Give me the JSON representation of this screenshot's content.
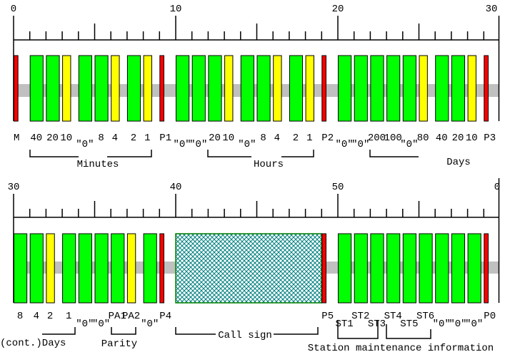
{
  "colors": {
    "zero": "#00ff00",
    "one": "#ffff00",
    "marker": "#ff0000",
    "band": "#c0c0c0",
    "callsign_border": "#008000",
    "callsign_hatch": "#008080"
  },
  "legend_meaning": {
    "green": "0",
    "yellow": "1",
    "red": "marker"
  },
  "rows": [
    {
      "axis_labels": [
        "0",
        "10",
        "20",
        "30"
      ],
      "bits": [
        {
          "label": "M",
          "type": "marker"
        },
        {
          "label": "40",
          "type": "zero"
        },
        {
          "label": "20",
          "type": "zero"
        },
        {
          "label": "10",
          "type": "one"
        },
        {
          "label": "\"0\"",
          "type": "zero"
        },
        {
          "label": "8",
          "type": "zero"
        },
        {
          "label": "4",
          "type": "one"
        },
        {
          "label": "2",
          "type": "zero"
        },
        {
          "label": "1",
          "type": "one"
        },
        {
          "label": "P1",
          "type": "marker"
        },
        {
          "label": "\"0\"",
          "type": "zero"
        },
        {
          "label": "\"0\"",
          "type": "zero"
        },
        {
          "label": "20",
          "type": "zero"
        },
        {
          "label": "10",
          "type": "one"
        },
        {
          "label": "\"0\"",
          "type": "zero"
        },
        {
          "label": "8",
          "type": "zero"
        },
        {
          "label": "4",
          "type": "one"
        },
        {
          "label": "2",
          "type": "zero"
        },
        {
          "label": "1",
          "type": "one"
        },
        {
          "label": "P2",
          "type": "marker"
        },
        {
          "label": "\"0\"",
          "type": "zero"
        },
        {
          "label": "\"0\"",
          "type": "zero"
        },
        {
          "label": "200",
          "type": "zero"
        },
        {
          "label": "100",
          "type": "zero"
        },
        {
          "label": "\"0\"",
          "type": "zero"
        },
        {
          "label": "80",
          "type": "one"
        },
        {
          "label": "40",
          "type": "zero"
        },
        {
          "label": "20",
          "type": "zero"
        },
        {
          "label": "10",
          "type": "one"
        },
        {
          "label": "P3",
          "type": "marker"
        }
      ],
      "groups": {
        "minutes": "Minutes",
        "hours": "Hours",
        "days": "Days"
      }
    },
    {
      "axis_labels": [
        "30",
        "40",
        "50",
        "0"
      ],
      "bits": [
        {
          "label": "8",
          "type": "zero"
        },
        {
          "label": "4",
          "type": "zero"
        },
        {
          "label": "2",
          "type": "one"
        },
        {
          "label": "1",
          "type": "zero"
        },
        {
          "label": "\"0\"",
          "type": "zero"
        },
        {
          "label": "\"0\"",
          "type": "zero"
        },
        {
          "label": "PA1",
          "type": "zero"
        },
        {
          "label": "PA2",
          "type": "one"
        },
        {
          "label": "\"0\"",
          "type": "zero"
        },
        {
          "label": "P4",
          "type": "marker"
        },
        {
          "label": "",
          "type": "callsign"
        },
        {
          "label": "",
          "type": "callsign"
        },
        {
          "label": "",
          "type": "callsign"
        },
        {
          "label": "",
          "type": "callsign"
        },
        {
          "label": "",
          "type": "callsign"
        },
        {
          "label": "",
          "type": "callsign"
        },
        {
          "label": "",
          "type": "callsign"
        },
        {
          "label": "",
          "type": "callsign"
        },
        {
          "label": "",
          "type": "callsign"
        },
        {
          "label": "P5",
          "type": "marker"
        },
        {
          "label": "ST1",
          "type": "zero"
        },
        {
          "label": "ST2",
          "type": "zero"
        },
        {
          "label": "ST3",
          "type": "zero"
        },
        {
          "label": "ST4",
          "type": "zero"
        },
        {
          "label": "ST5",
          "type": "zero"
        },
        {
          "label": "ST6",
          "type": "zero"
        },
        {
          "label": "\"0\"",
          "type": "zero"
        },
        {
          "label": "\"0\"",
          "type": "zero"
        },
        {
          "label": "\"0\"",
          "type": "zero"
        },
        {
          "label": "P0",
          "type": "marker"
        }
      ],
      "groups": {
        "days_cont": "(cont.)Days",
        "parity": "Parity",
        "callsign": "Call sign",
        "station": "Station maintenance information"
      }
    }
  ]
}
